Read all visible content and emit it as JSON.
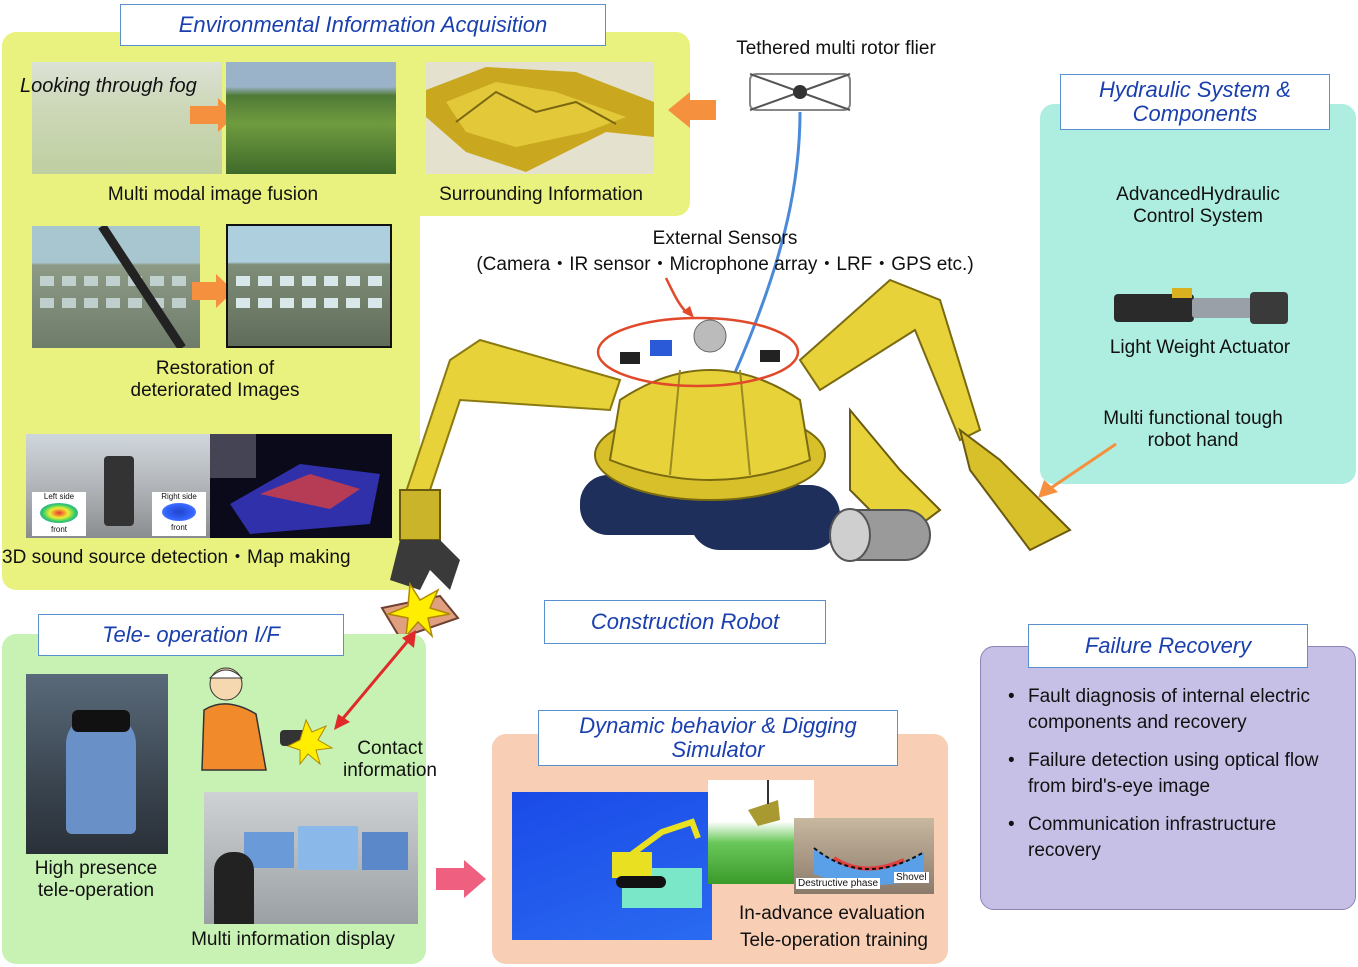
{
  "env": {
    "title": "Environmental Information Acquisition",
    "fog_caption": "Looking through fog",
    "fusion_label": "Multi modal image fusion",
    "surrounding_label": "Surrounding Information",
    "restoration_label": "Restoration of deteriorated Images",
    "sound_label": "3D sound source detection・Map making",
    "inset_left": "Left side",
    "inset_right": "Right side",
    "inset_front_l": "front",
    "inset_front_r": "front"
  },
  "flier": {
    "label": "Tethered multi rotor flier"
  },
  "sensors": {
    "line1": "External Sensors",
    "line2": "(Camera・IR sensor・Microphone array・LRF・GPS etc.)"
  },
  "hydraulic": {
    "title": "Hydraulic System & Components",
    "control": "AdvancedHydraulic Control System",
    "actuator": "Light Weight Actuator",
    "hand": "Multi functional tough robot hand"
  },
  "robot": {
    "title": "Construction Robot"
  },
  "tele": {
    "title": "Tele- operation I/F",
    "presence": "High presence tele-operation",
    "display": "Multi information display",
    "contact": "Contact information"
  },
  "sim": {
    "title": "Dynamic behavior & Digging Simulator",
    "eval": "In-advance evaluation",
    "training": "Tele-operation training",
    "destructive": "Destructive phase",
    "shovel": "Shovel"
  },
  "failure": {
    "title": "Failure Recovery",
    "items": [
      "Fault diagnosis of internal electric components and recovery",
      "Failure detection using optical flow from bird's-eye image",
      "Communication infrastructure recovery"
    ]
  },
  "colors": {
    "env_panel": "#eaf27f",
    "hyd_panel": "#aeeee0",
    "tele_panel": "#c8f2b4",
    "sim_panel": "#f8cfb4",
    "fail_panel": "#c6c0e6",
    "title_text": "#1a3fae",
    "arrow_orange": "#f5913e",
    "arrow_pink": "#ef5f7f",
    "robot_yellow": "#e8d23a"
  }
}
